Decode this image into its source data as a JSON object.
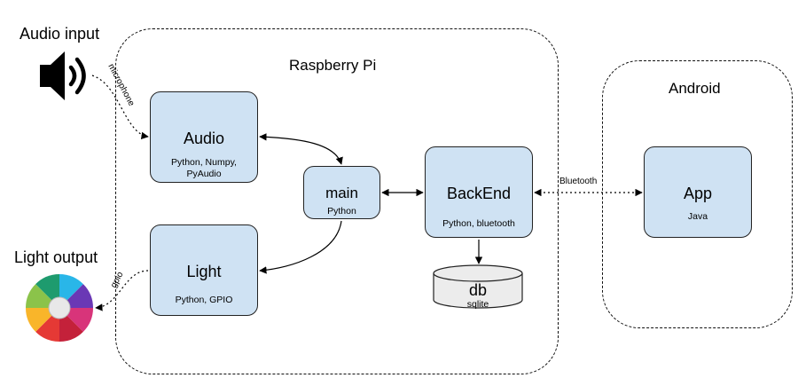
{
  "left_labels": {
    "audio_input": "Audio input",
    "light_output": "Light output"
  },
  "containers": {
    "raspberry_pi": {
      "title": "Raspberry Pi"
    },
    "android": {
      "title": "Android"
    }
  },
  "nodes": {
    "audio": {
      "title": "Audio",
      "subtitle_line1": "Python, Numpy,",
      "subtitle_line2": "PyAudio"
    },
    "light": {
      "title": "Light",
      "subtitle": "Python, GPIO"
    },
    "main": {
      "title": "main",
      "subtitle": "Python"
    },
    "backend": {
      "title": "BackEnd",
      "subtitle": "Python, bluetooth"
    },
    "db": {
      "title": "db",
      "subtitle": "sqlite"
    },
    "app": {
      "title": "App",
      "subtitle": "Java"
    }
  },
  "edge_labels": {
    "microphone": "microphone",
    "gpio": "gpio",
    "bluetooth": "Bluetooth"
  },
  "icons": {
    "speaker": "speaker-icon",
    "color_wheel": "color-wheel-icon"
  },
  "colors": {
    "node_fill": "#cfe2f3",
    "cylinder_fill": "#ececec"
  }
}
